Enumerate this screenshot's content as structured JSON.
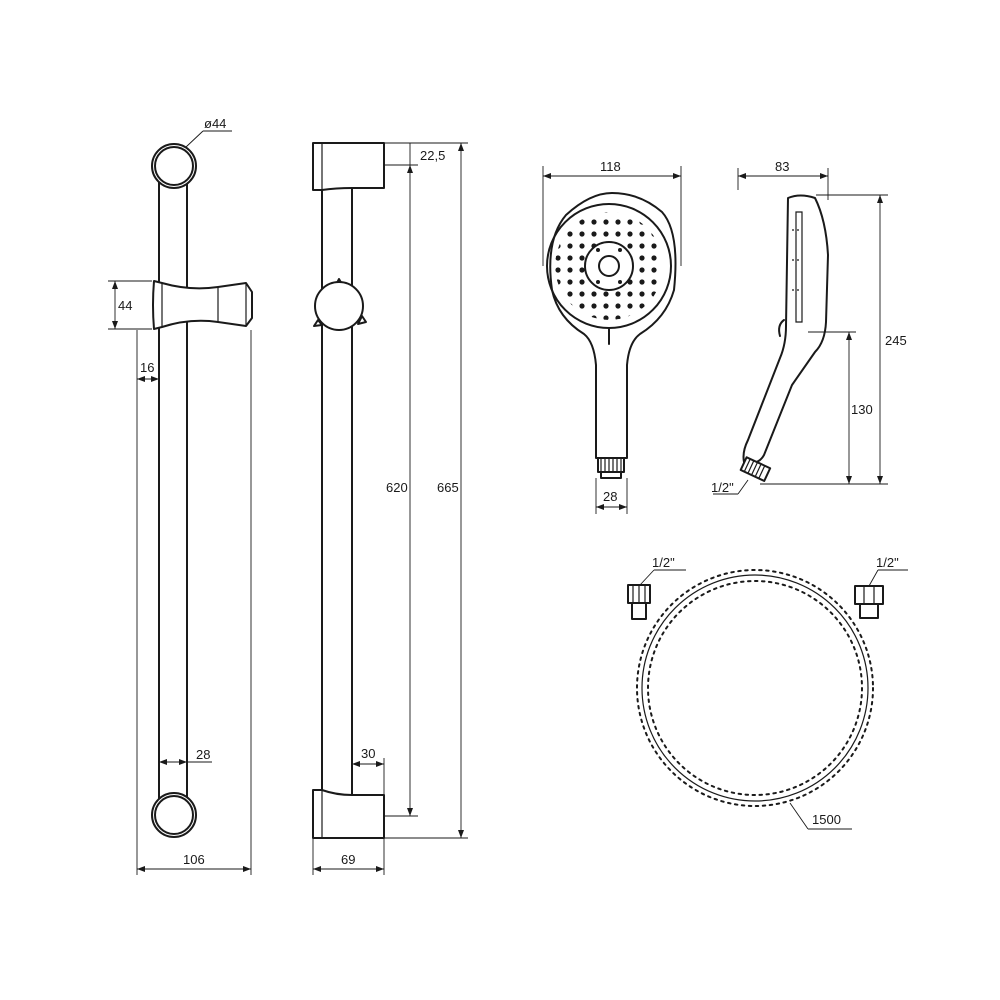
{
  "dimensions": {
    "rail_front": {
      "knob_diameter": "ø44",
      "slider_height": "44",
      "bar_offset": "16",
      "bar_diameter": "28",
      "overall_width": "106"
    },
    "rail_side": {
      "top_offset": "22,5",
      "inner_length": "620",
      "overall_length": "665",
      "bar_width": "30",
      "depth": "69"
    },
    "handshower_front": {
      "head_width": "118",
      "connector_width": "28"
    },
    "handshower_side": {
      "depth": "83",
      "overall_height": "245",
      "handle_height": "130",
      "thread": "1/2\""
    },
    "hose": {
      "left_thread": "1/2\"",
      "right_thread": "1/2\"",
      "length": "1500"
    }
  }
}
